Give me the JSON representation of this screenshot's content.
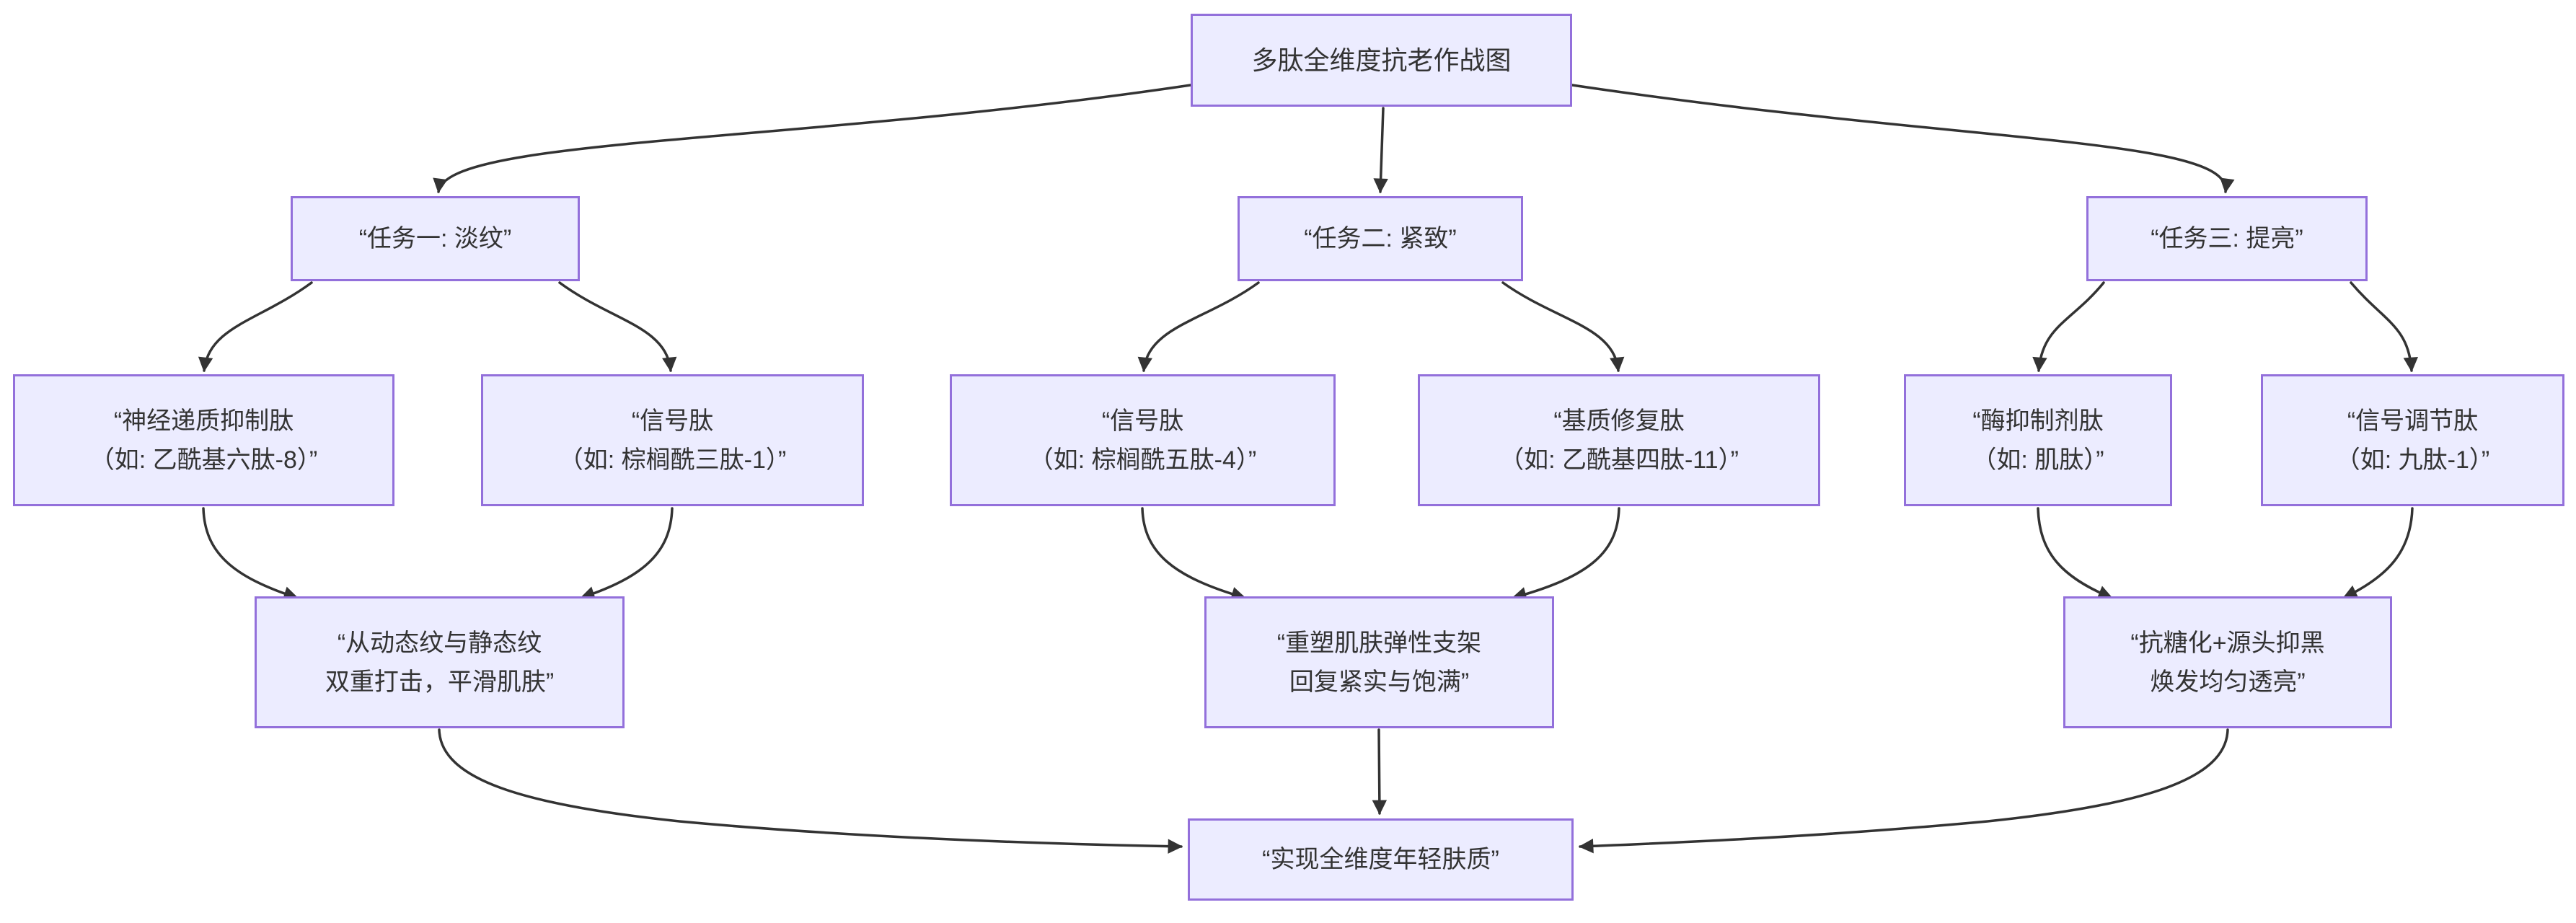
{
  "page": {
    "background": "#ffffff"
  },
  "diagram": {
    "type": "flowchart",
    "direction": "top-down",
    "colors": {
      "node_fill": "#ECECFF",
      "node_border": "#9370DB",
      "edge_stroke": "#333333",
      "text": "#333333"
    },
    "nodes": {
      "root": {
        "label": "多肽全维度抗老作战图"
      },
      "task1": {
        "label": "“任务一: 淡纹”"
      },
      "task2": {
        "label": "“任务二: 紧致”"
      },
      "task3": {
        "label": "“任务三: 提亮”"
      },
      "task1_child1": {
        "label": "“神经递质抑制肽\n（如: 乙酰基六肽-8）”"
      },
      "task1_child2": {
        "label": "“信号肽\n（如: 棕榈酰三肽-1）”"
      },
      "task2_child1": {
        "label": "“信号肽\n（如: 棕榈酰五肽-4）”"
      },
      "task2_child2": {
        "label": "“基质修复肽\n（如: 乙酰基四肽-11）”"
      },
      "task3_child1": {
        "label": "“酶抑制剂肽\n（如: 肌肽）”"
      },
      "task3_child2": {
        "label": "“信号调节肽\n（如: 九肽-1）”"
      },
      "result1": {
        "label": "“从动态纹与静态纹\n双重打击，平滑肌肤”"
      },
      "result2": {
        "label": "“重塑肌肤弹性支架\n回复紧实与饱满”"
      },
      "result3": {
        "label": "“抗糖化+源头抑黑\n焕发均匀透亮”"
      },
      "final": {
        "label": "“实现全维度年轻肤质”"
      }
    },
    "edges": [
      {
        "from": "root",
        "to": "task1"
      },
      {
        "from": "root",
        "to": "task2"
      },
      {
        "from": "root",
        "to": "task3"
      },
      {
        "from": "task1",
        "to": "task1_child1"
      },
      {
        "from": "task1",
        "to": "task1_child2"
      },
      {
        "from": "task2",
        "to": "task2_child1"
      },
      {
        "from": "task2",
        "to": "task2_child2"
      },
      {
        "from": "task3",
        "to": "task3_child1"
      },
      {
        "from": "task3",
        "to": "task3_child2"
      },
      {
        "from": "task1_child1",
        "to": "result1"
      },
      {
        "from": "task1_child2",
        "to": "result1"
      },
      {
        "from": "task2_child1",
        "to": "result2"
      },
      {
        "from": "task2_child2",
        "to": "result2"
      },
      {
        "from": "task3_child1",
        "to": "result3"
      },
      {
        "from": "task3_child2",
        "to": "result3"
      },
      {
        "from": "result1",
        "to": "final"
      },
      {
        "from": "result2",
        "to": "final"
      },
      {
        "from": "result3",
        "to": "final"
      }
    ]
  }
}
